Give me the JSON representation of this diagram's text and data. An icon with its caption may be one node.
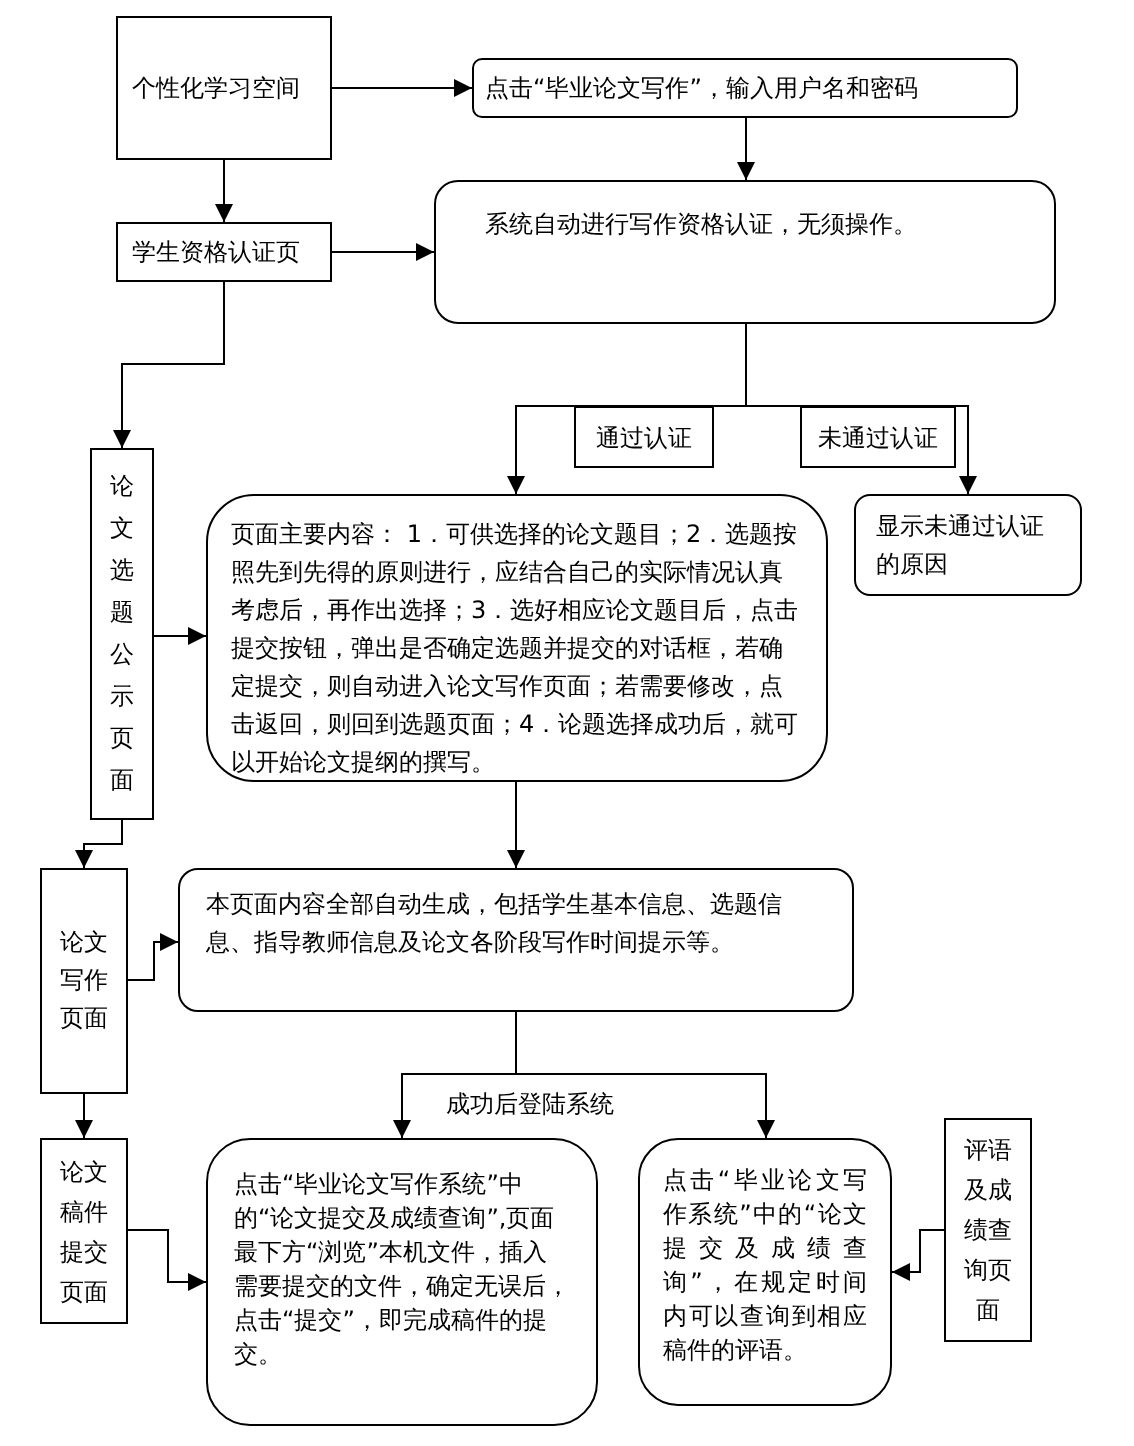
{
  "diagram": {
    "nodes": [
      {
        "text": [
          "个性化学习空间"
        ]
      },
      {
        "text": [
          "点击“毕业论文写作”，输入用户名和密码"
        ]
      },
      {
        "text": [
          "学生资格认证页"
        ]
      },
      {
        "text": [
          "系统自动进行写作资格认证，无须操作。"
        ]
      },
      {
        "text": [
          "论文选题公示页面"
        ]
      },
      {
        "text": [
          "页面主要内容： 1．可供选择的论文题目；2．选题按照先到先得的原则进行，应结合自己的实际情况认真考虑后，再作出选择；3．选好相应论文题目后，点击提交按钮，弹出是否确定选题并提交的对话框，若确定提交，则自动进入论文写作页面；若需要修改，点击返回，则回到选题页面；4．论题选择成功后，就可以开始论文提纲的撰写。"
        ]
      },
      {
        "text": [
          "显示未通过认证的原因"
        ]
      },
      {
        "text": [
          "论文写作页面"
        ]
      },
      {
        "text": [
          "本页面内容全部自动生成，包括学生基本信息、选题信息、指导教师信息及论文各阶段写作时间提示等。"
        ]
      },
      {
        "text": [
          "论文稿件提交页面"
        ]
      },
      {
        "text": [
          "点击“毕业论文写作系统”中的“论文提交及成绩查询”,页面最下方“浏览”本机文件，插入需要提交的文件，确定无误后，点击“提交”，即完成稿件的提交。"
        ]
      },
      {
        "text": [
          "点击“毕业论文写作系统”中的“论文提交及成绩查询”，在规定时间内可以查询到相应稿件的评语。"
        ]
      },
      {
        "text": [
          "评语及成绩查询页面"
        ]
      }
    ],
    "edges": [
      {
        "from": 0,
        "to": 1,
        "arrow": "to"
      },
      {
        "from": 0,
        "to": 2,
        "arrow": "to"
      },
      {
        "from": 1,
        "to": 3,
        "arrow": "to"
      },
      {
        "from": 2,
        "to": 3,
        "arrow": "to"
      },
      {
        "from": 2,
        "to": 4,
        "arrow": "to"
      },
      {
        "from": 3,
        "to": 5,
        "arrow": "to",
        "label": "通过认证"
      },
      {
        "from": 3,
        "to": 6,
        "arrow": "to",
        "label": "未通过认证"
      },
      {
        "from": 4,
        "to": 5,
        "arrow": "to"
      },
      {
        "from": 4,
        "to": 7,
        "arrow": "to"
      },
      {
        "from": 5,
        "to": 8,
        "arrow": "to"
      },
      {
        "from": 7,
        "to": 8,
        "arrow": "to"
      },
      {
        "from": 8,
        "to": 10,
        "arrow": "to",
        "label": "成功后登陆系统"
      },
      {
        "from": 8,
        "to": 11,
        "arrow": "to"
      },
      {
        "from": 7,
        "to": 9,
        "arrow": "to"
      },
      {
        "from": 9,
        "to": 10,
        "arrow": "to"
      },
      {
        "from": 12,
        "to": 11,
        "arrow": "to"
      }
    ]
  }
}
